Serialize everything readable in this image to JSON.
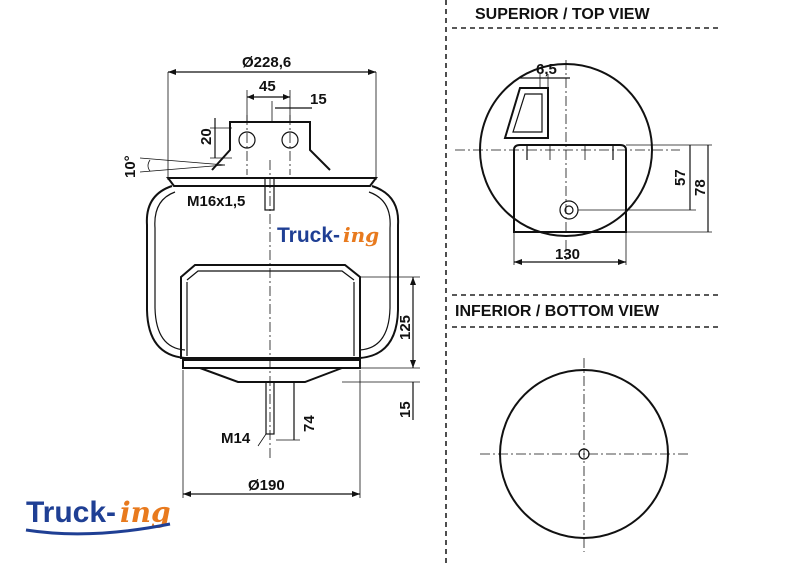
{
  "views": {
    "top_title": "SUPERIOR / TOP VIEW",
    "bottom_title": "INFERIOR / BOTTOM VIEW"
  },
  "dimensions": {
    "top_diameter": "Ø228,6",
    "bolt_spacing": "45",
    "offset_15": "15",
    "height_20": "20",
    "angle": "10°",
    "top_thread": "M16x1,5",
    "piston_height": "125",
    "base_height": "15",
    "stud_length": "74",
    "bottom_thread": "M14",
    "bottom_diameter": "Ø190",
    "slot_width": "6,5",
    "plate_57": "57",
    "plate_78": "78",
    "plate_width": "130"
  },
  "brand": {
    "name_main": "Truck-",
    "name_script": "ing",
    "colors": {
      "blue": "#1f3f94",
      "orange": "#e87a1e"
    }
  }
}
